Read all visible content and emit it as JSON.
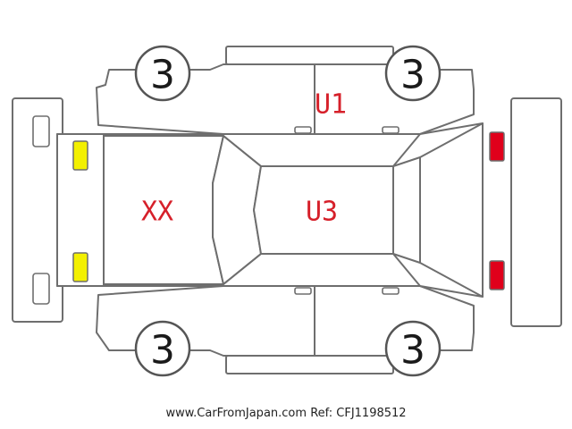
{
  "tire_codes": {
    "front_left": "3",
    "rear_left": "3",
    "front_right": "3",
    "rear_right": "3"
  },
  "panel_codes": {
    "hood": "XX",
    "roof": "U3",
    "roof_side_right": "U1"
  },
  "lamp_colors": {
    "front": "#f3f000",
    "rear": "#e0001b"
  },
  "footer": {
    "site": "www.CarFromJapan.com",
    "ref": "Ref: CFJ1198512"
  }
}
